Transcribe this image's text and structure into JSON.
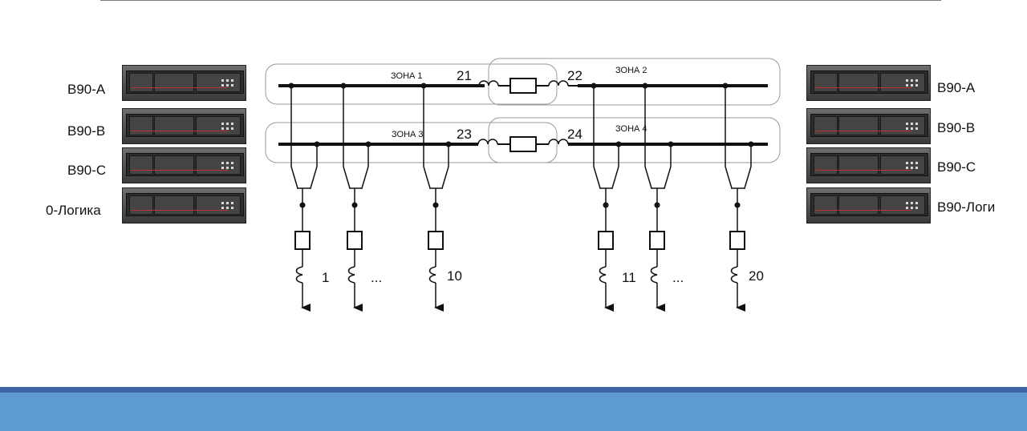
{
  "relays_left": [
    {
      "label": "B90-A"
    },
    {
      "label": "B90-B"
    },
    {
      "label": "B90-C"
    },
    {
      "label": "0-Логика"
    }
  ],
  "relays_right": [
    {
      "label": "B90-A"
    },
    {
      "label": "B90-B"
    },
    {
      "label": "B90-C"
    },
    {
      "label": "B90-Логи"
    }
  ],
  "zones": {
    "z1": "ЗОНА 1",
    "z2": "ЗОНА 2",
    "z3": "ЗОНА 3",
    "z4": "ЗОНА 4"
  },
  "ct_labels": {
    "c21": "21",
    "c22": "22",
    "c23": "23",
    "c24": "24"
  },
  "feeder_labels": {
    "f1": "1",
    "f2": "...",
    "f10": "10",
    "f11": "11",
    "f12": "...",
    "f20": "20"
  }
}
